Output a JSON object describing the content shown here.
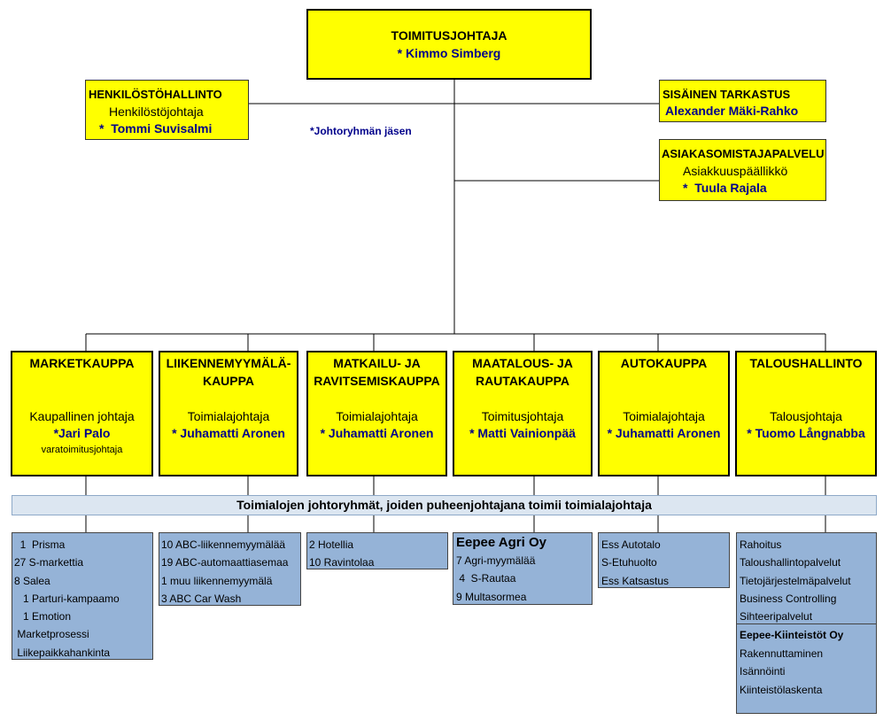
{
  "ceo": {
    "title": "TOIMITUSJOHTAJA",
    "name": "* Kimmo Simberg"
  },
  "hr": {
    "title": "HENKILÖSTÖHALLINTO",
    "role": "Henkilöstöjohtaja",
    "name": "*  Tommi Suvisalmi"
  },
  "audit": {
    "title": "SISÄINEN TARKASTUS",
    "name": "Alexander Mäki-Rahko"
  },
  "customer": {
    "title": "ASIAKASOMISTAJAPALVELU",
    "role": "Asiakkuuspäällikkö",
    "name": "*  Tuula Rajala"
  },
  "legend": "*Johtoryhmän jäsen",
  "divisions": [
    {
      "title1": "MARKETKAUPPA",
      "title2": "",
      "role": "Kaupallinen johtaja",
      "name": "*Jari Palo",
      "extra": "varatoimitusjohtaja"
    },
    {
      "title1": "LIIKENNEMYYMÄLÄ-",
      "title2": "KAUPPA",
      "role": "Toimialajohtaja",
      "name": "* Juhamatti Aronen",
      "extra": ""
    },
    {
      "title1": "MATKAILU- JA",
      "title2": "RAVITSEMISKAUPPA",
      "role": "Toimialajohtaja",
      "name": "* Juhamatti Aronen",
      "extra": ""
    },
    {
      "title1": "MAATALOUS- JA",
      "title2": "RAUTAKAUPPA",
      "role": "Toimitusjohtaja",
      "name": "* Matti Vainionpää",
      "extra": ""
    },
    {
      "title1": "AUTOKAUPPA",
      "title2": "",
      "role": "Toimialajohtaja",
      "name": "* Juhamatti Aronen",
      "extra": ""
    },
    {
      "title1": "TALOUSHALLINTO",
      "title2": "",
      "role": "Talousjohtaja",
      "name": "* Tuomo Långnabba",
      "extra": ""
    }
  ],
  "band": "Toimialojen johtoryhmät, joiden puheenjohtajana toimii toimialajohtaja",
  "units": [
    {
      "items": [
        "  1  Prisma",
        "27 S-markettia",
        "8 Salea",
        "   1 Parturi-kampaamo",
        "   1 Emotion",
        " Marketprosessi",
        " Liikepaikkahankinta"
      ]
    },
    {
      "items": [
        "10 ABC-liikennemyymälää",
        "19 ABC-automaattiasemaa",
        "1 muu liikennemyymälä",
        "3 ABC Car Wash"
      ]
    },
    {
      "items": [
        "2 Hotellia",
        "10 Ravintolaa"
      ]
    },
    {
      "heading": "Eepee Agri Oy",
      "items": [
        "7 Agri-myymälää",
        " 4  S-Rautaa",
        "9 Multasormea"
      ]
    },
    {
      "items": [
        "Ess Autotalo",
        "S-Etuhuolto",
        "Ess Katsastus"
      ]
    },
    {
      "items": [
        "Rahoitus",
        "Taloushallintopalvelut",
        "Tietojärjestelmäpalvelut",
        "Business Controlling",
        "Sihteeripalvelut"
      ],
      "heading2": "Eepee-Kiinteistöt Oy",
      "items2": [
        "Rakennuttaminen",
        "Isännöinti",
        "Kiinteistölaskenta"
      ]
    }
  ]
}
